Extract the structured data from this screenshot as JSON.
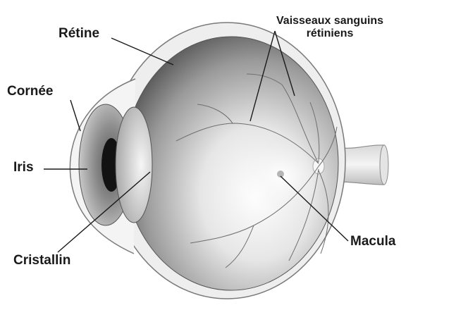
{
  "labels": {
    "retine": "Rétine",
    "vaisseaux_line1": "Vaisseaux sanguins",
    "vaisseaux_line2": "rétiniens",
    "cornee": "Cornée",
    "iris": "Iris",
    "cristallin": "Cristallin",
    "macula": "Macula"
  },
  "colors": {
    "background": "#ffffff",
    "label_text": "#1a1a1a",
    "leader_line": "#1a1a1a"
  }
}
